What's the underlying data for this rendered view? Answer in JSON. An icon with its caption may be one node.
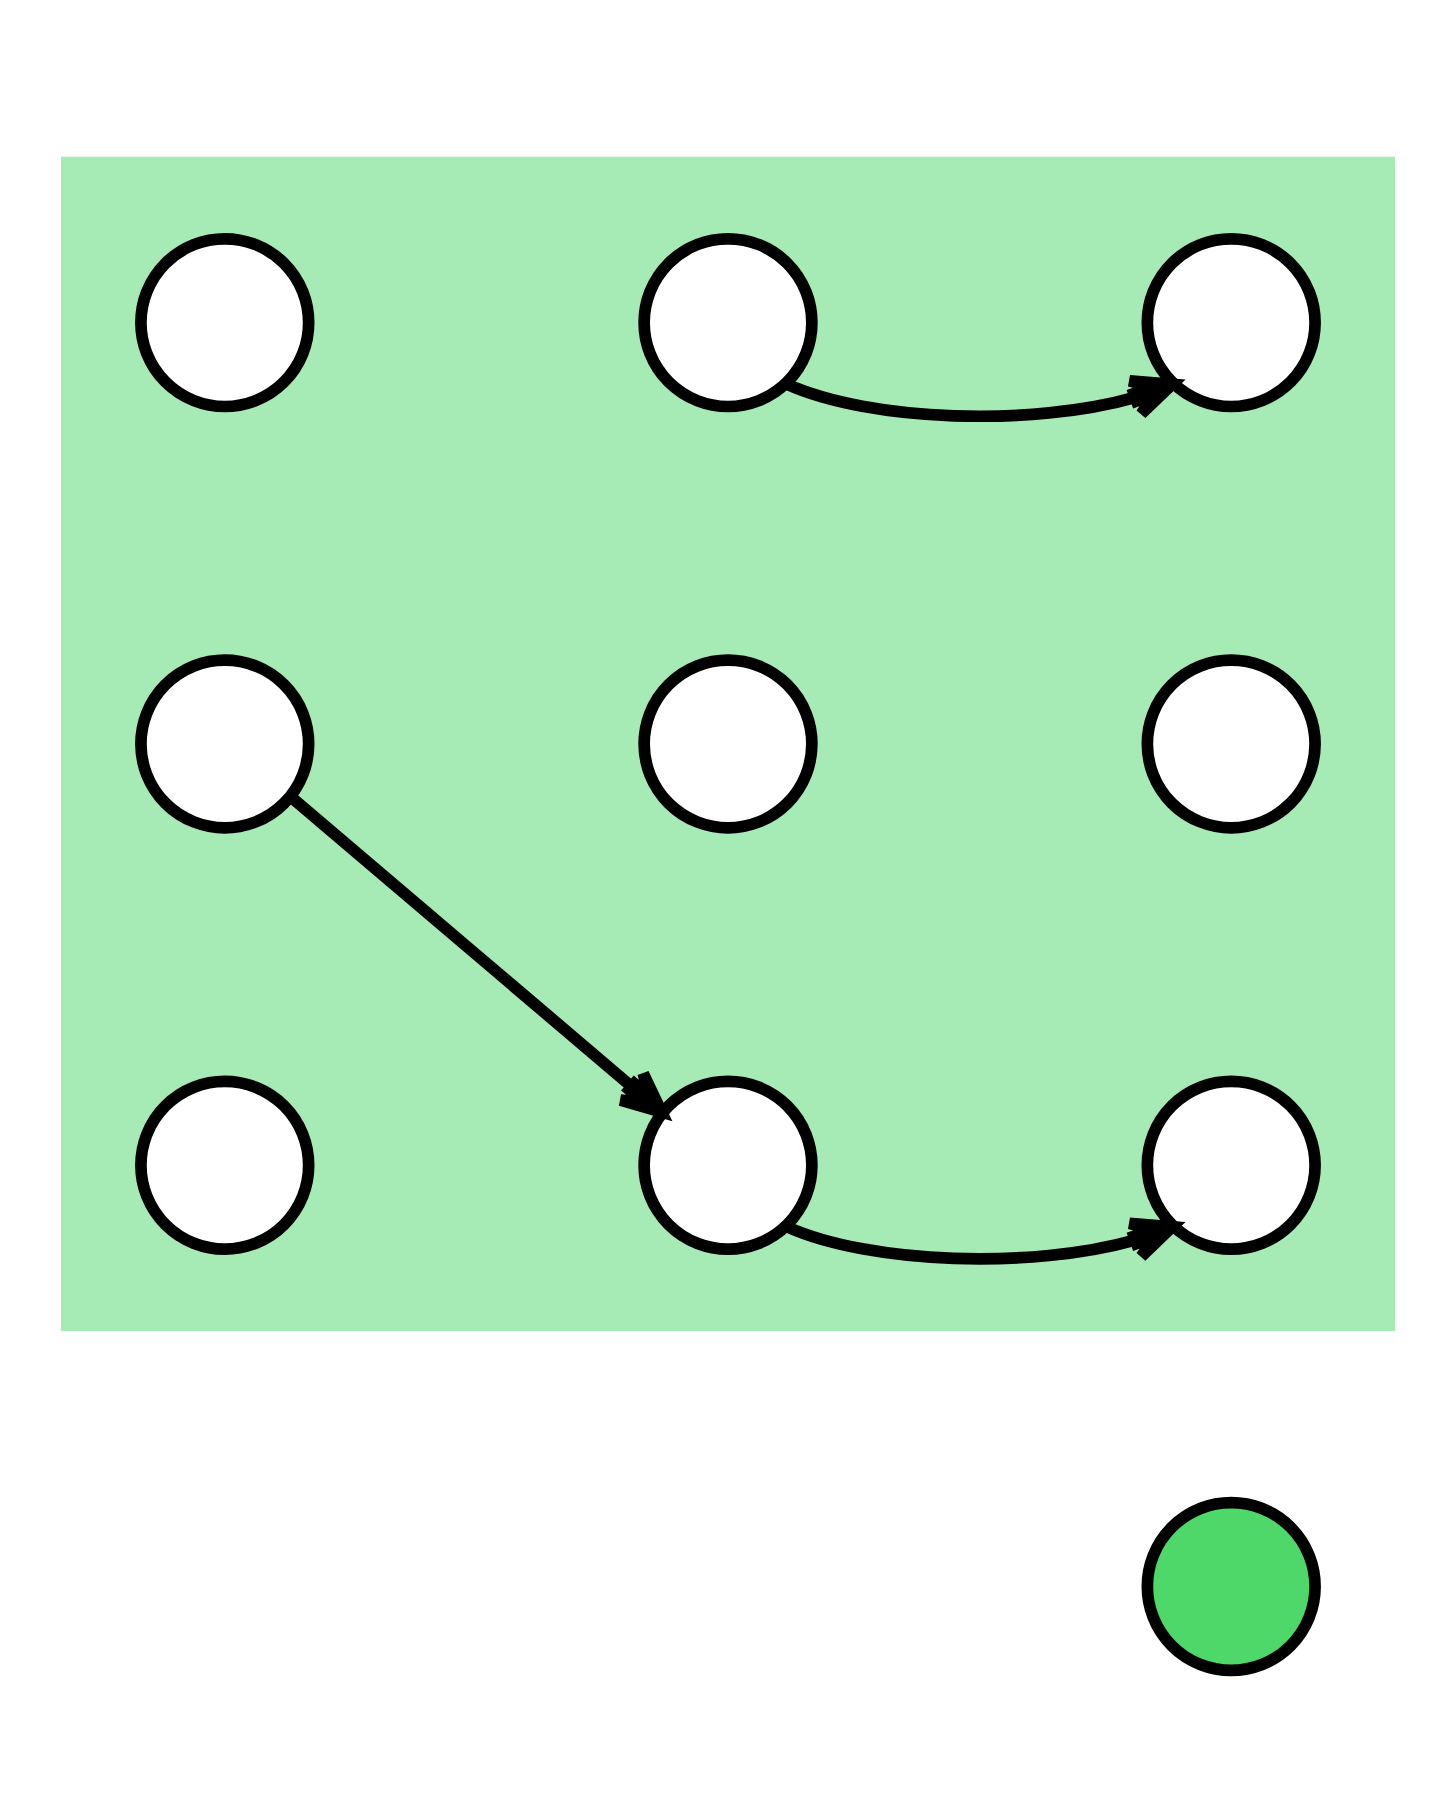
{
  "diagram": {
    "nodes": [
      {
        "text": [],
        "shape": "circle"
      },
      {
        "text": [],
        "shape": "box"
      },
      {
        "text": [],
        "shape": "circle",
        "in": 1
      },
      {
        "text": [],
        "shape": "circle",
        "in": 1
      },
      {
        "text": [],
        "shape": "circle",
        "in": 1
      },
      {
        "text": [],
        "shape": "circle",
        "in": 1
      },
      {
        "text": [],
        "shape": "circle",
        "in": 1
      },
      {
        "text": [],
        "shape": "circle",
        "in": 1
      },
      {
        "text": [],
        "shape": "circle",
        "in": 1
      },
      {
        "text": [],
        "shape": "circle",
        "in": 1
      },
      {
        "text": [],
        "shape": "circle",
        "in": 1
      }
    ],
    "edges": [
      {
        "from": 5,
        "to": 3,
        "arrow": "to"
      },
      {
        "from": 3,
        "to": 4,
        "arrow": "to"
      },
      {
        "from": 9,
        "to": 10,
        "arrow": "to"
      }
    ]
  }
}
